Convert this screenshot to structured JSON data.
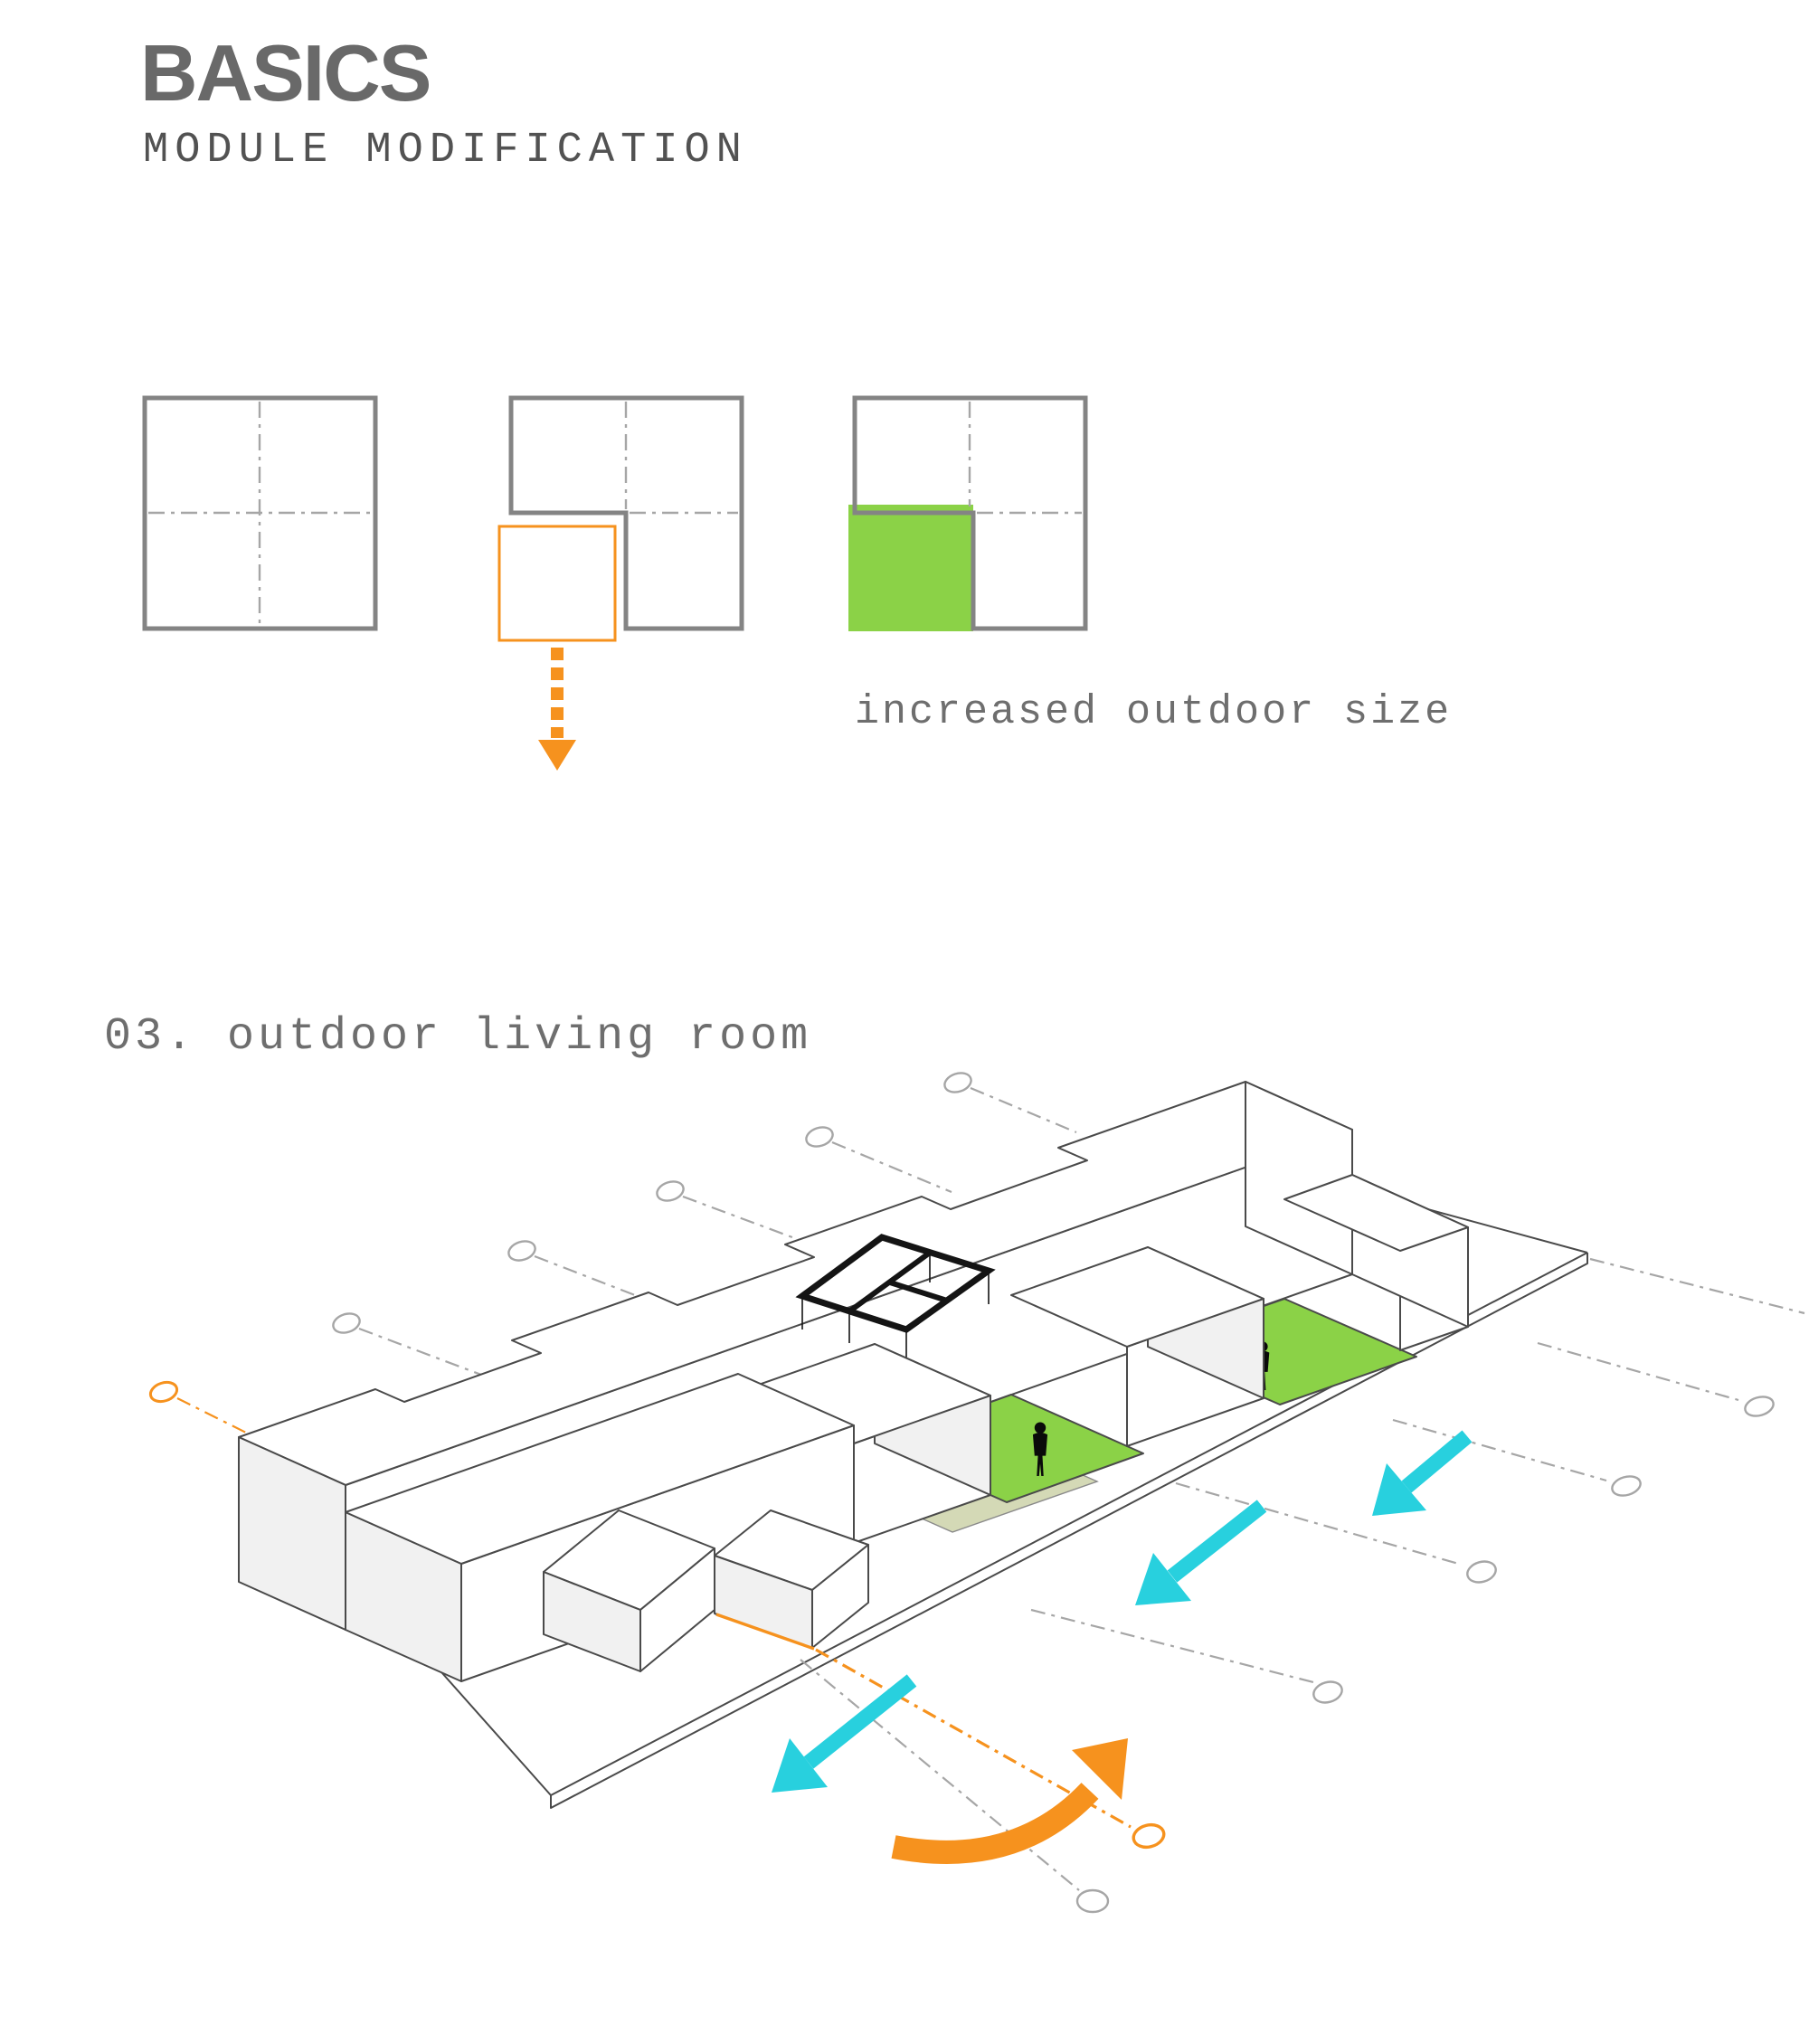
{
  "page": {
    "title": "BASICS",
    "subtitle": "MODULE MODIFICATION"
  },
  "captions": {
    "increased_outdoor": "increased outdoor size",
    "section": "03. outdoor living room"
  },
  "colors": {
    "title_gray": "#696969",
    "subtitle_gray": "#525252",
    "text_gray": "#6e6e6e",
    "border_gray": "#848484",
    "dash_gray": "#a6a6a6",
    "building_line": "#4a4a4a",
    "module_green": "#8bd247",
    "terrace_sage": "#d4d9b6",
    "arrow_cyan": "#28d0de",
    "accent_orange": "#f6921e"
  },
  "icons": {
    "pull_out_arrow": "orange-dotted-down-arrow-icon",
    "flow_arrows": "cyan-flow-arrow-icon",
    "rotation_arrow": "orange-curved-arrow-icon",
    "grid_axis_marker": "axis-circle-icon"
  }
}
